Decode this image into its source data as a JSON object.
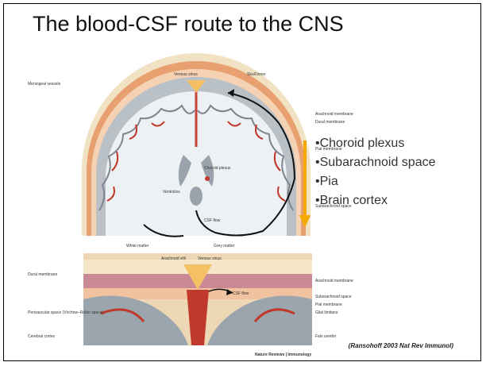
{
  "slide": {
    "title": "The blood-CSF route to the CNS",
    "bullets": [
      "•Choroid plexus",
      "•Subarachnoid space",
      "•Pia",
      "•Brain cortex"
    ],
    "citation": "(Ransohoff 2003 Nat Rev Immunol)",
    "arrow_color": "#f5a800"
  },
  "figure": {
    "top_labels": {
      "meningeal_vessels": "Meningeal vessels",
      "venous_sinus": "Venous sinus",
      "skull_bone": "Skull bone",
      "arachnoid_membrane": "Arachnoid membrane",
      "dural_membrane": "Dural membrane",
      "pial_membrane": "Pial membrane",
      "choroid_plexus": "Choroid plexus",
      "ventricles": "Ventricles",
      "subarachnoid_space": "Subarachnoid space",
      "csf_flow": "CSF flow",
      "white_matter": "White matter",
      "grey_matter": "Grey matter"
    },
    "bottom_labels": {
      "arachnoid_villi": "Arachnoid villi",
      "venous_sinus": "Venous sinus",
      "dural_membrane": "Dural membrane",
      "arachnoid_membrane": "Arachnoid membrane",
      "csf_flow": "CSF flow",
      "subarachnoid_space": "Subarachnoid space",
      "pial_membrane": "Pial membrane",
      "glial_limitans": "Glial limitans",
      "perivascular_space": "Perivascular space (Virchow–Robin space)",
      "cerebral_cortex": "Cerebral cortex",
      "falx_cerebri": "Falx cerebri"
    },
    "journal_credit": "Nature Reviews | Immunology"
  }
}
